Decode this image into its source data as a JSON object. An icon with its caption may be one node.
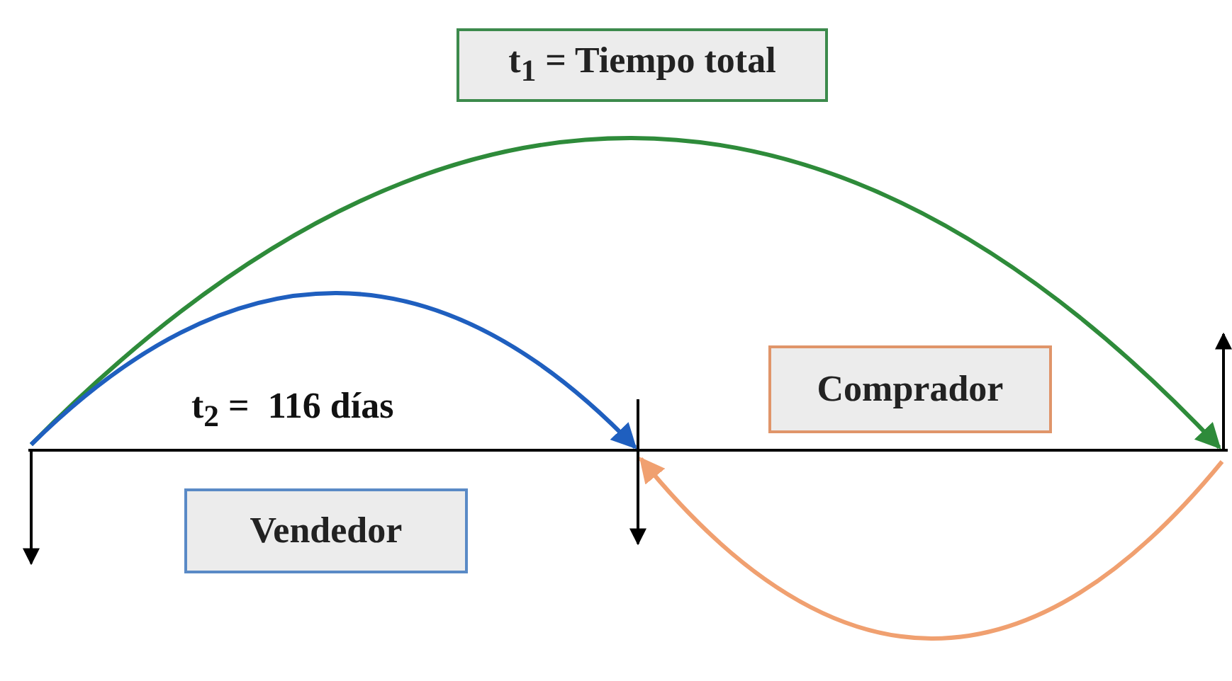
{
  "diagram": {
    "nodes": [
      {
        "text": [
          "t$_{1}$ = Tiempo total"
        ]
      },
      {
        "text": [
          "Comprador"
        ]
      },
      {
        "text": [
          "Vendedor"
        ]
      }
    ],
    "labels": [
      "t$_{2}$ =  116 días"
    ]
  }
}
